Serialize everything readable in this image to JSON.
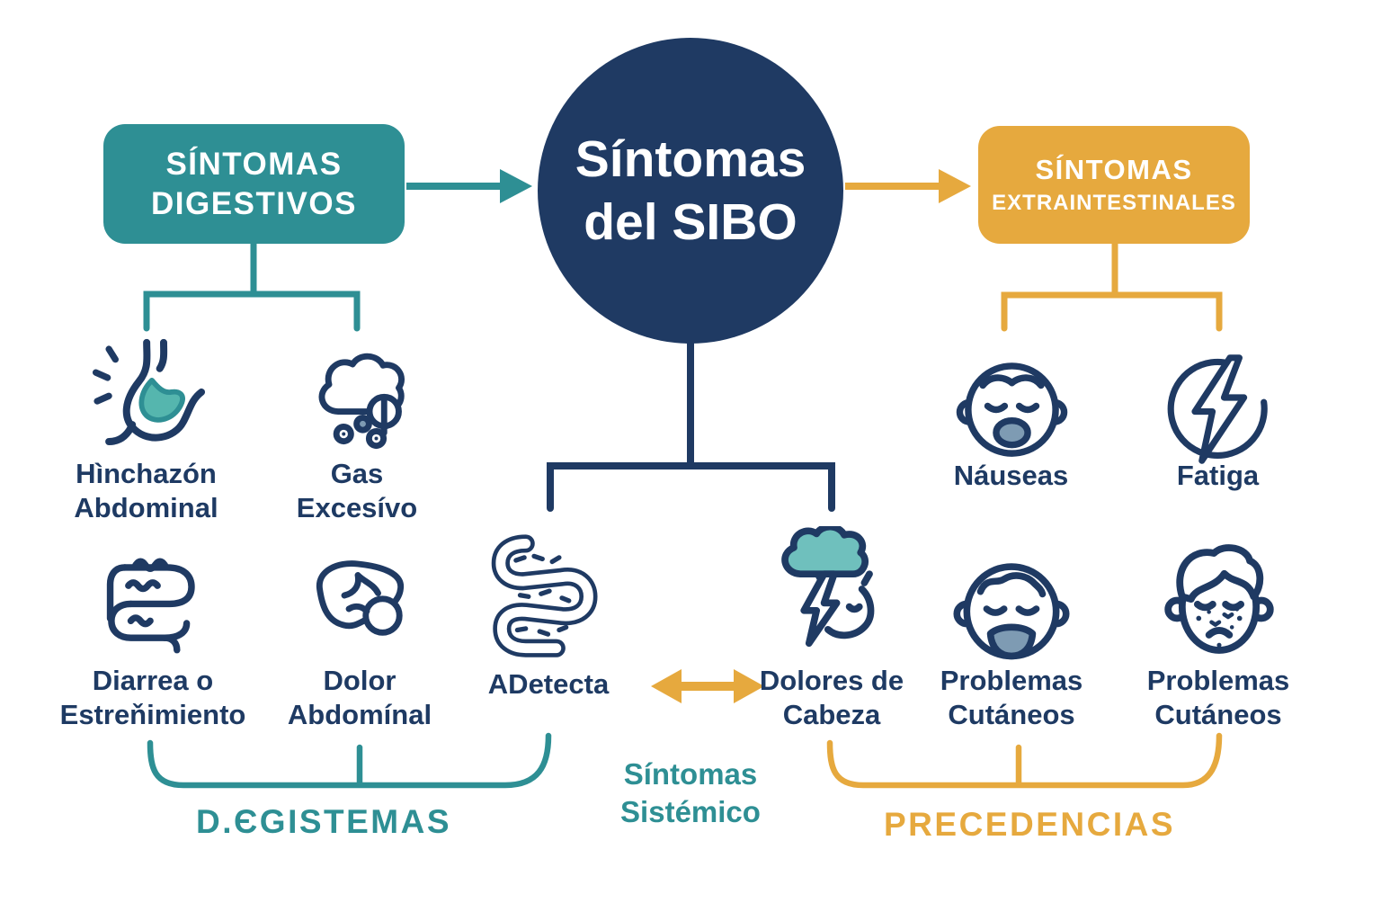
{
  "colors": {
    "navy": "#1f3a63",
    "teal": "#2e8f94",
    "teal_light": "#6fc0bd",
    "gold": "#e6a93e",
    "slate": "#7e9bb3",
    "background": "#ffffff"
  },
  "center_node": {
    "line1": "Síntomas",
    "line2": "del SIBO"
  },
  "left_branch": {
    "title_line1": "SÍNTOMAS",
    "title_line2": "DIGESTIVOS",
    "items": [
      {
        "icon": "stomach-icon",
        "line1": "Hìnchazón",
        "line2": "Abdominal"
      },
      {
        "icon": "gas-cloud-icon",
        "line1": "Gas",
        "line2": "Excesívo"
      },
      {
        "icon": "intestines-icon",
        "line1": "Diarrea o",
        "line2": "Estreňimiento"
      },
      {
        "icon": "liver-icon",
        "line1": "Dolor",
        "line2": "Abdomínal"
      }
    ],
    "group_label": "D.ЄGISTEMAS"
  },
  "center_branch": {
    "items": [
      {
        "icon": "intestine-dashes-icon",
        "line1": "ADetecta",
        "line2": ""
      },
      {
        "icon": "storm-cloud-icon",
        "line1": "Dolores de",
        "line2": "Cabeza"
      }
    ],
    "relation_line1": "Síntomas",
    "relation_line2": "Sistémico"
  },
  "right_branch": {
    "title_line1": "SÍNTOMAS",
    "title_line2": "EXTRAINTESTINALES",
    "items": [
      {
        "icon": "nausea-face-icon",
        "line1": "Náuseas",
        "line2": ""
      },
      {
        "icon": "fatigue-bolt-icon",
        "line1": "Fatiga",
        "line2": ""
      },
      {
        "icon": "sick-face-icon",
        "line1": "Problemas",
        "line2": "Cutáneos"
      },
      {
        "icon": "acne-face-icon",
        "line1": "Problemas",
        "line2": "Cutáneos"
      }
    ],
    "group_label": "PRECEDENCIAS"
  }
}
